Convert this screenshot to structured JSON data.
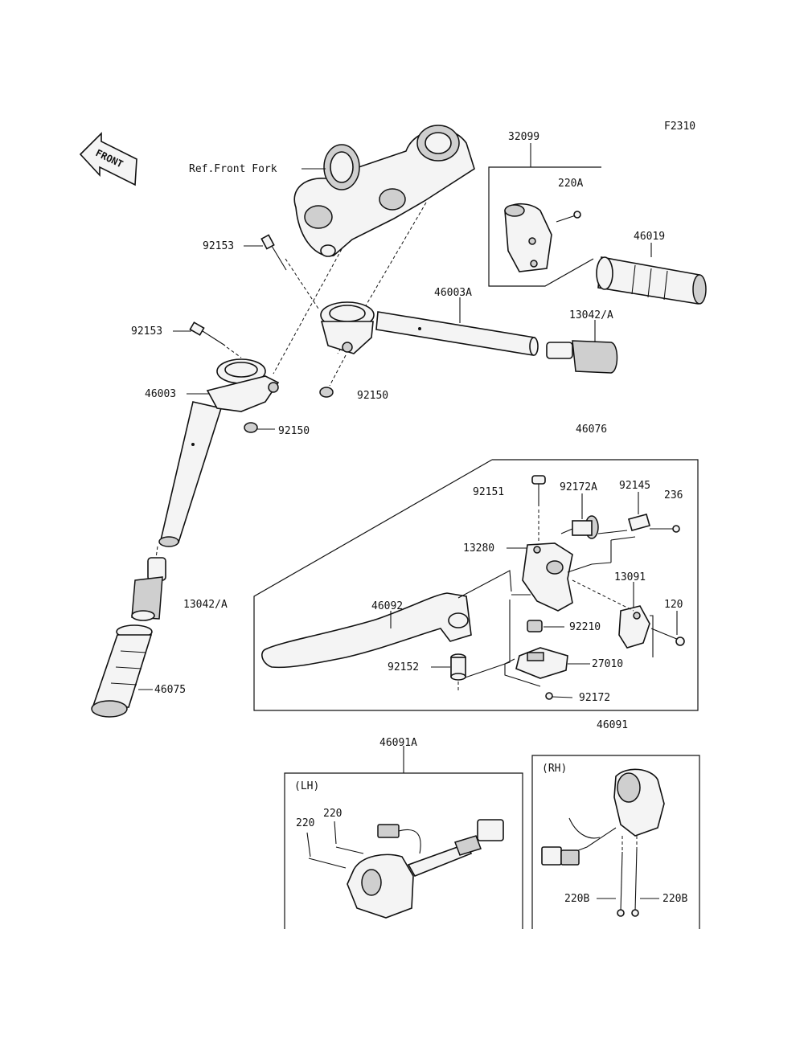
{
  "figure_code": "F2310",
  "front_badge": "FRONT",
  "callouts": {
    "ref_front_fork": "Ref.Front Fork",
    "p32099": "32099",
    "p220A": "220A",
    "p46019": "46019",
    "p92153_top": "92153",
    "p46003A": "46003A",
    "p13042A_right": "13042/A",
    "p92153_left": "92153",
    "p46003": "46003",
    "p92150_mid": "92150",
    "p92150_left": "92150",
    "p46076": "46076",
    "p92151": "92151",
    "p92172A": "92172A",
    "p92145": "92145",
    "p236": "236",
    "p13280": "13280",
    "p46092": "46092",
    "p13091": "13091",
    "p13042A_left": "13042/A",
    "p120": "120",
    "p92210": "92210",
    "p27010": "27010",
    "p92152": "92152",
    "p46075": "46075",
    "p92172": "92172",
    "p46091": "46091",
    "p46091A": "46091A",
    "lh_label": "(LH)",
    "rh_label": "(RH)",
    "p220_a": "220",
    "p220_b": "220",
    "p220B_left": "220B",
    "p220B_right": "220B"
  }
}
